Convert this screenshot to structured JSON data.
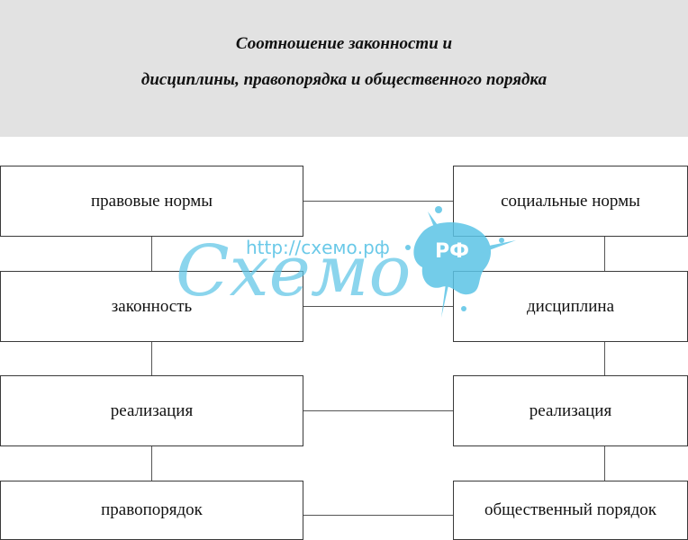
{
  "title": {
    "line1": "Соотношение законности и",
    "line2": "дисциплины, правопорядка и общественного порядка"
  },
  "left_column": [
    "правовые нормы",
    "законность",
    "реализация",
    "правопорядок"
  ],
  "right_column": [
    "социальные нормы",
    "дисциплина",
    "реализация",
    "общественный  порядок"
  ],
  "watermark": {
    "url": "http://схемо.рф",
    "brand": "Схемо",
    "badge": "РФ",
    "color": "#5bc4e6"
  }
}
